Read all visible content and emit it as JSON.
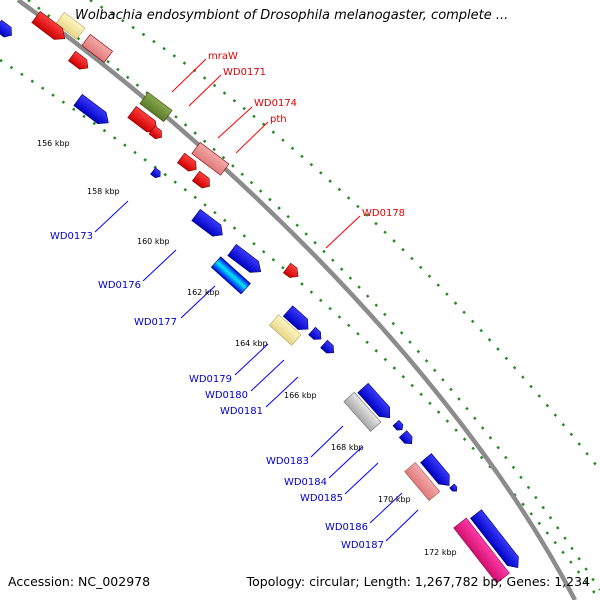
{
  "title": "Wolbachia endosymbiont of Drosophila melanogaster, complete ...",
  "footer": {
    "accession": "Accession: NC_002978",
    "info": "Topology: circular; Length: 1,267,782 bp; Genes: 1,234"
  },
  "colors": {
    "backbone": "#8c8c8c",
    "forward_genes": "#ff0000",
    "reverse_genes": "#0000ff",
    "rrna": "#ff1493",
    "pseudo": "#f0e68c",
    "dots_outer": "#228b22",
    "label_forward": "#e00000",
    "label_reverse": "#0000cc"
  },
  "ticks": [
    "156 kbp",
    "158 kbp",
    "160 kbp",
    "162 kbp",
    "164 kbp",
    "166 kbp",
    "168 kbp",
    "170 kbp",
    "172 kbp"
  ],
  "labels": {
    "top": [
      "mraW",
      "WD0171",
      "WD0174",
      "pth",
      "WD0178"
    ],
    "bottom": [
      "WD0173",
      "WD0176",
      "WD0177",
      "WD0179",
      "WD0180",
      "WD0181",
      "WD0183",
      "WD0184",
      "WD0185",
      "WD0186",
      "WD0187"
    ]
  }
}
